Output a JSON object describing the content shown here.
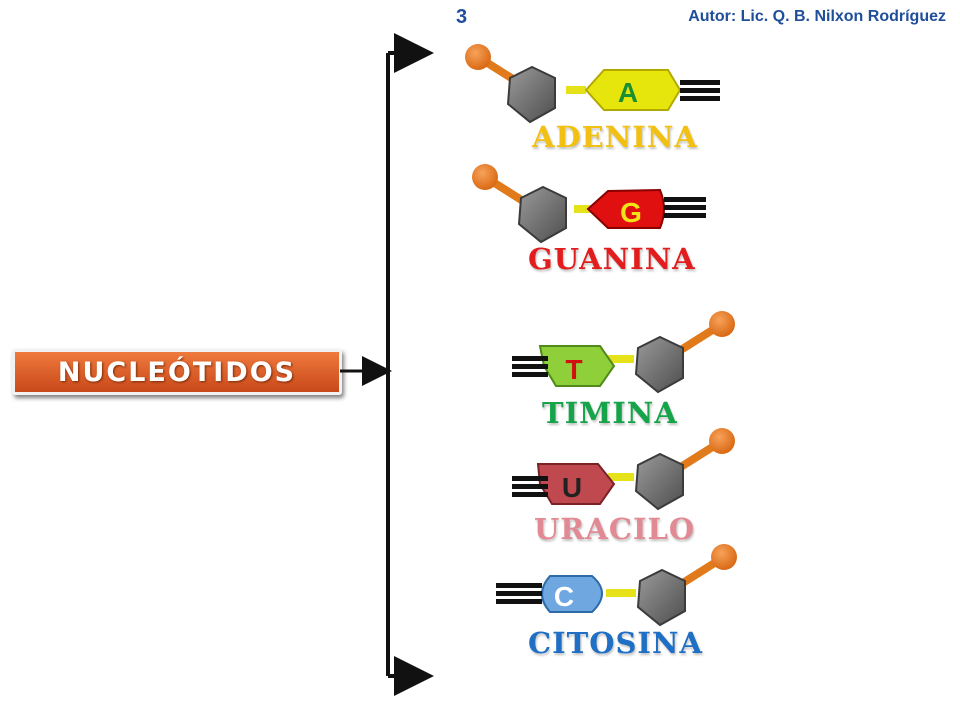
{
  "header": {
    "page_number": "3",
    "author": "Autor: Lic. Q. B.  Nilxon Rodríguez"
  },
  "main_label": "NUCLEÓTIDOS",
  "bases": [
    {
      "name": "ADENINA",
      "letter": "A",
      "color": "#f2c012",
      "shape_color": "#e7e60c"
    },
    {
      "name": "GUANINA",
      "letter": "G",
      "color": "#e21d1d",
      "shape_color": "#e01010"
    },
    {
      "name": "TIMINA",
      "letter": "T",
      "color": "#16a34a",
      "shape_color": "#8fcf3a"
    },
    {
      "name": "URACILO",
      "letter": "U",
      "color": "#e28a93",
      "shape_color": "#c0494f"
    },
    {
      "name": "CITOSINA",
      "letter": "C",
      "color": "#1f6fc4",
      "shape_color": "#6fa8e0"
    }
  ],
  "colors": {
    "phosphate": "#e07a1a",
    "sugar": "#6f6f6f",
    "bond": "#e6e21a",
    "bracket": "#111111"
  },
  "icons": [
    "phosphate-icon",
    "sugar-pentagon-icon",
    "hydrogen-bond-icon",
    "bracket-arrow-icon"
  ]
}
